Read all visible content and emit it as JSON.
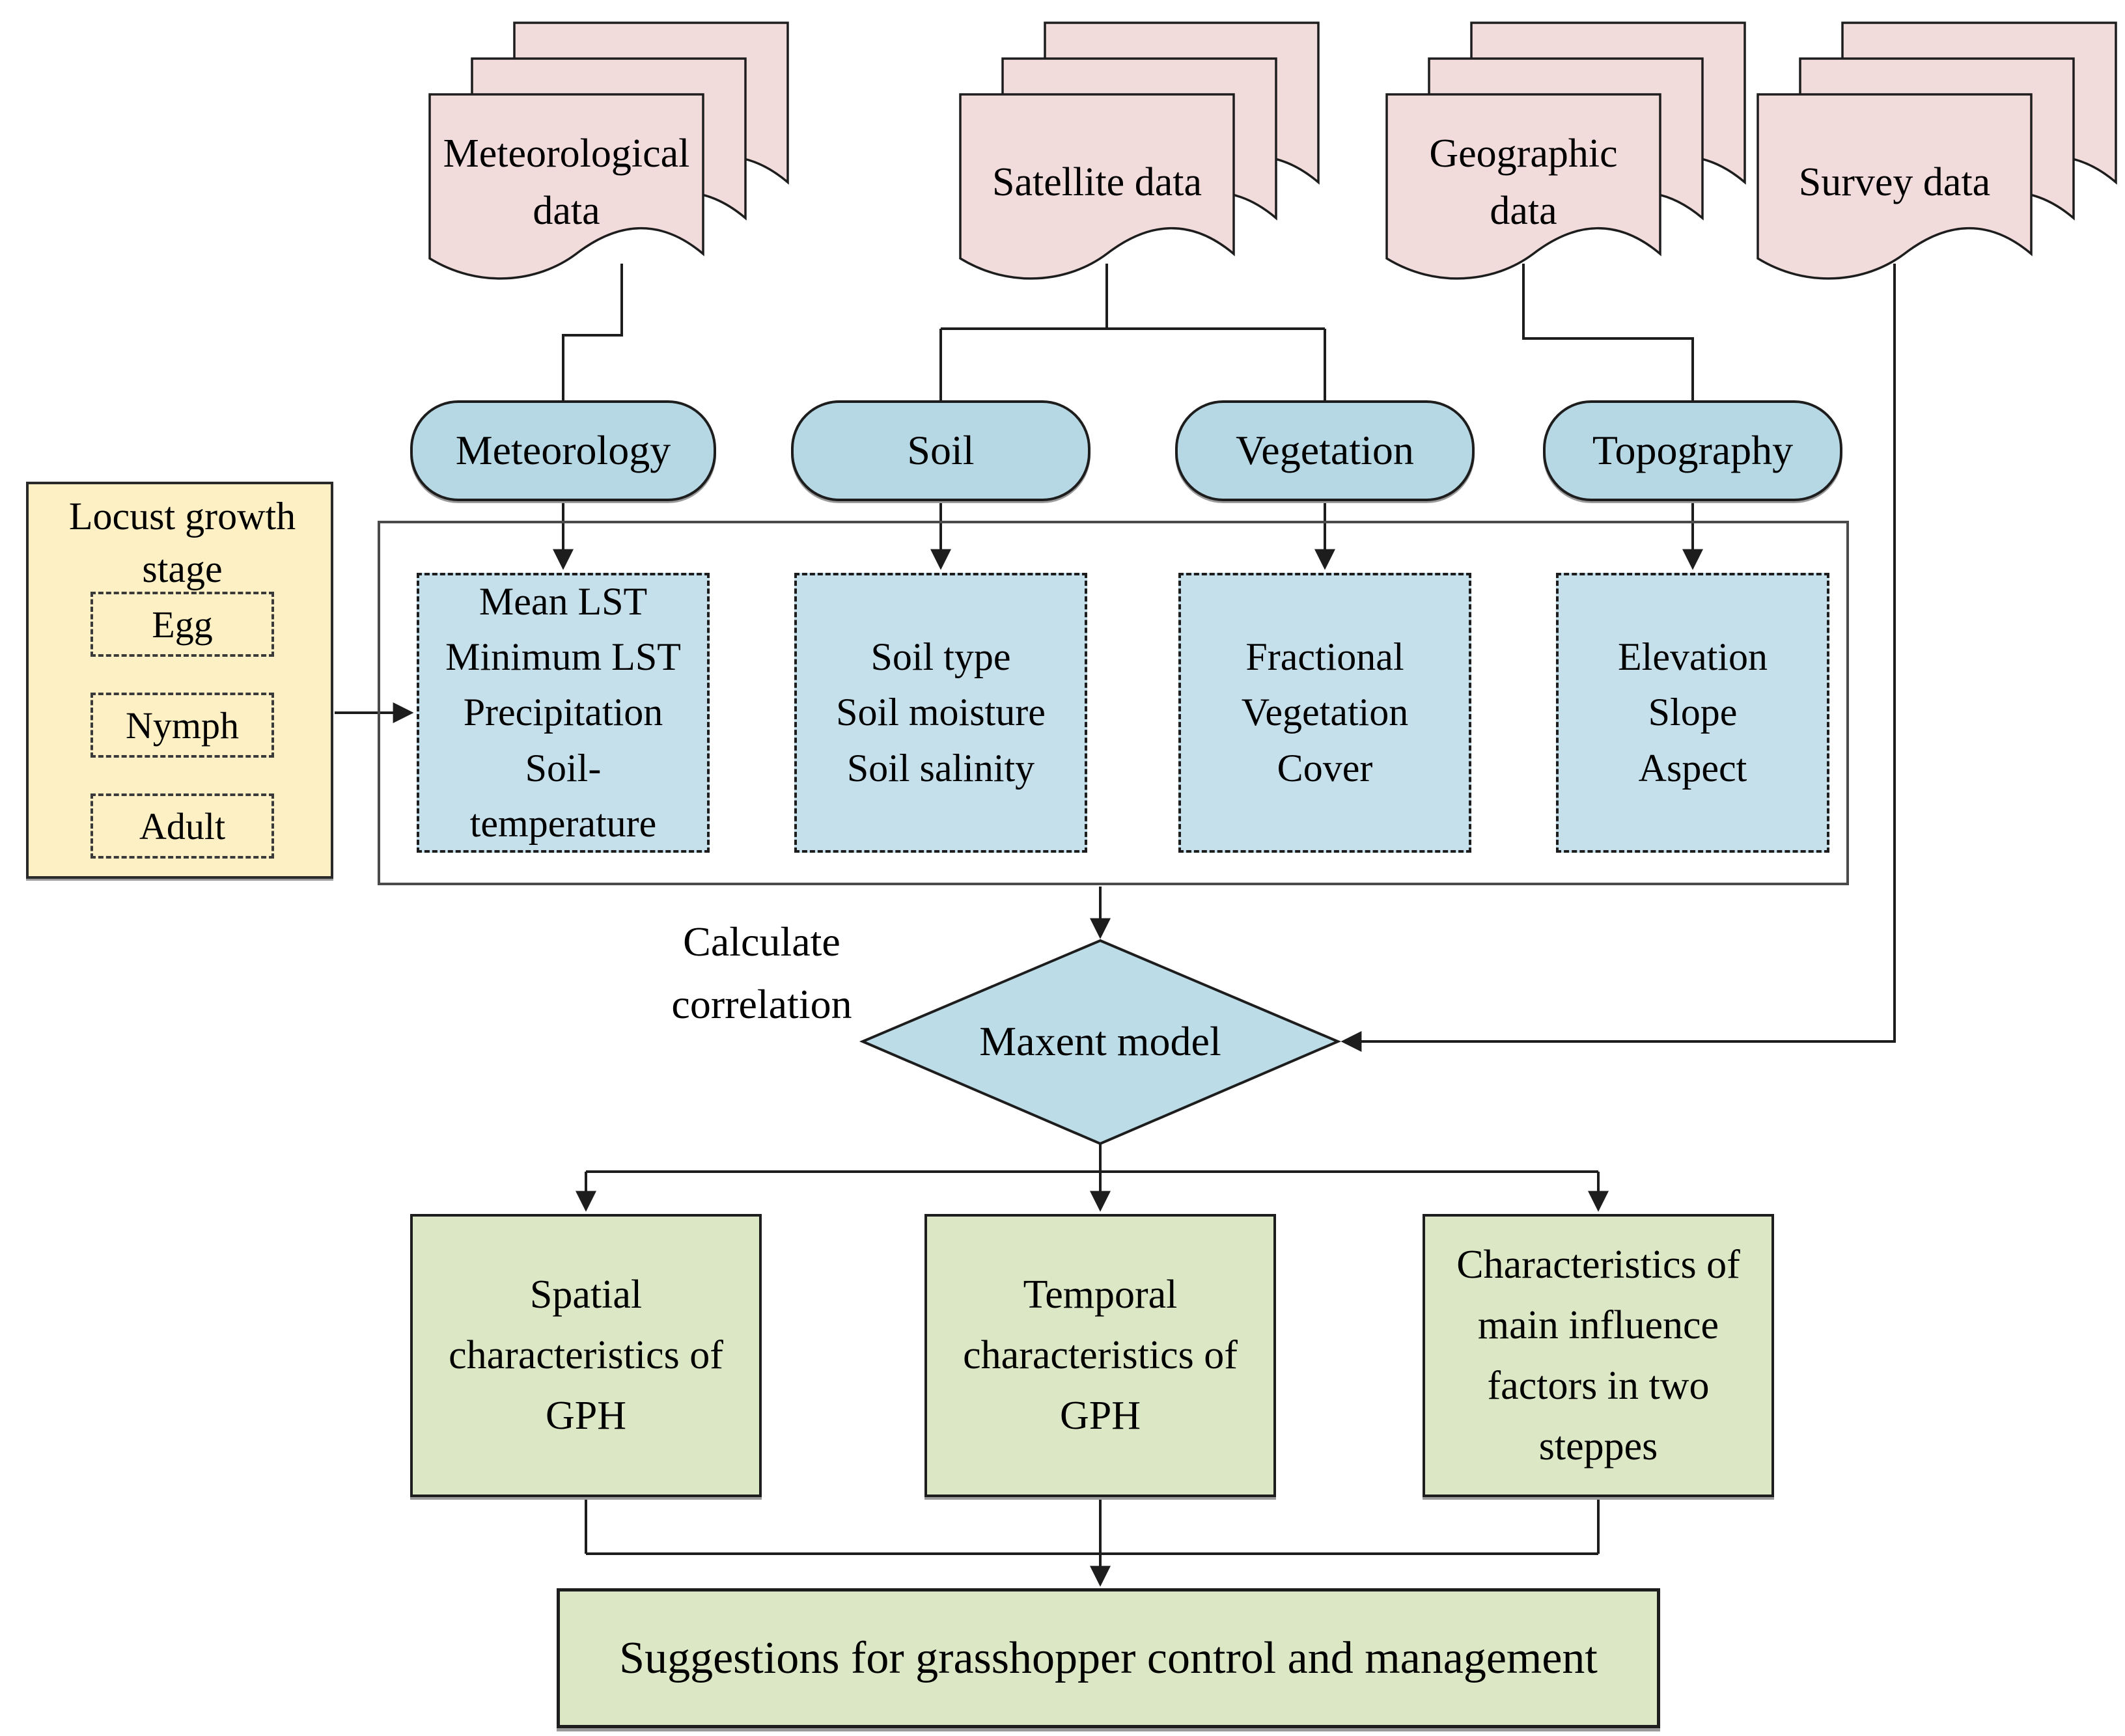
{
  "figure": {
    "colors": {
      "document_fill": "#f2dcdb",
      "category_fill": "#b6d8e4",
      "factor_fill": "#c5dfeb",
      "diamond_fill": "#bcdce8",
      "growth_stage_fill": "#fdf0c5",
      "result_fill": "#dbe7c5",
      "line_color": "#1d1d1d"
    },
    "documents": [
      {
        "label": "Meteorological\ndata"
      },
      {
        "label": "Satellite data"
      },
      {
        "label": "Geographic\ndata"
      },
      {
        "label": "Survey data"
      }
    ],
    "categories": [
      {
        "label": "Meteorology"
      },
      {
        "label": "Soil"
      },
      {
        "label": "Vegetation"
      },
      {
        "label": "Topography"
      }
    ],
    "factors": [
      {
        "label": "Mean LST\nMinimum LST\nPrecipitation\nSoil-\ntemperature"
      },
      {
        "label": "Soil type\nSoil moisture\nSoil salinity"
      },
      {
        "label": "Fractional\nVegetation\nCover"
      },
      {
        "label": "Elevation\nSlope\nAspect"
      }
    ],
    "growth_stage": {
      "title": "Locust growth\nstage",
      "stages": [
        {
          "label": "Egg"
        },
        {
          "label": "Nymph"
        },
        {
          "label": "Adult"
        }
      ]
    },
    "correlation_note": "Calculate\ncorrelation",
    "model": {
      "label": "Maxent model"
    },
    "results": [
      {
        "label": "Spatial\ncharacteristics of\nGPH"
      },
      {
        "label": "Temporal\ncharacteristics of\nGPH"
      },
      {
        "label": "Characteristics of\nmain influence\nfactors in two\nsteppes"
      }
    ],
    "conclusion": {
      "label": "Suggestions for grasshopper control and management"
    }
  }
}
